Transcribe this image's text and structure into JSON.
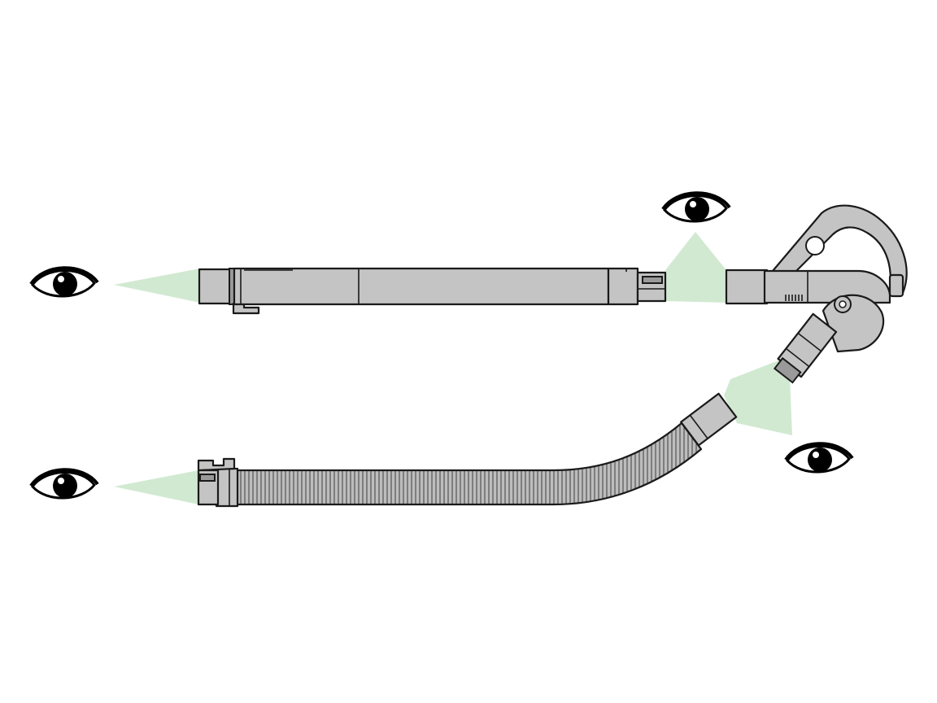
{
  "figure": {
    "background_color": "#ffffff",
    "part_color": "#c4c4c4",
    "outline_color": "#1a1a1a",
    "sight_beam_color": "#cfe8cf",
    "eye_color": "#000000",
    "components": [
      {
        "id": "wand-tube",
        "kind": "straight extension wand"
      },
      {
        "id": "handle",
        "kind": "handle with pivot elbow"
      },
      {
        "id": "hose",
        "kind": "flexible corrugated hose"
      }
    ],
    "inspection_points": [
      {
        "id": "wand-left-end",
        "icon": "eye-icon"
      },
      {
        "id": "wand-right-end",
        "icon": "eye-icon"
      },
      {
        "id": "handle-elbow-end",
        "icon": "eye-icon"
      },
      {
        "id": "hose-left-end",
        "icon": "eye-icon"
      }
    ]
  }
}
